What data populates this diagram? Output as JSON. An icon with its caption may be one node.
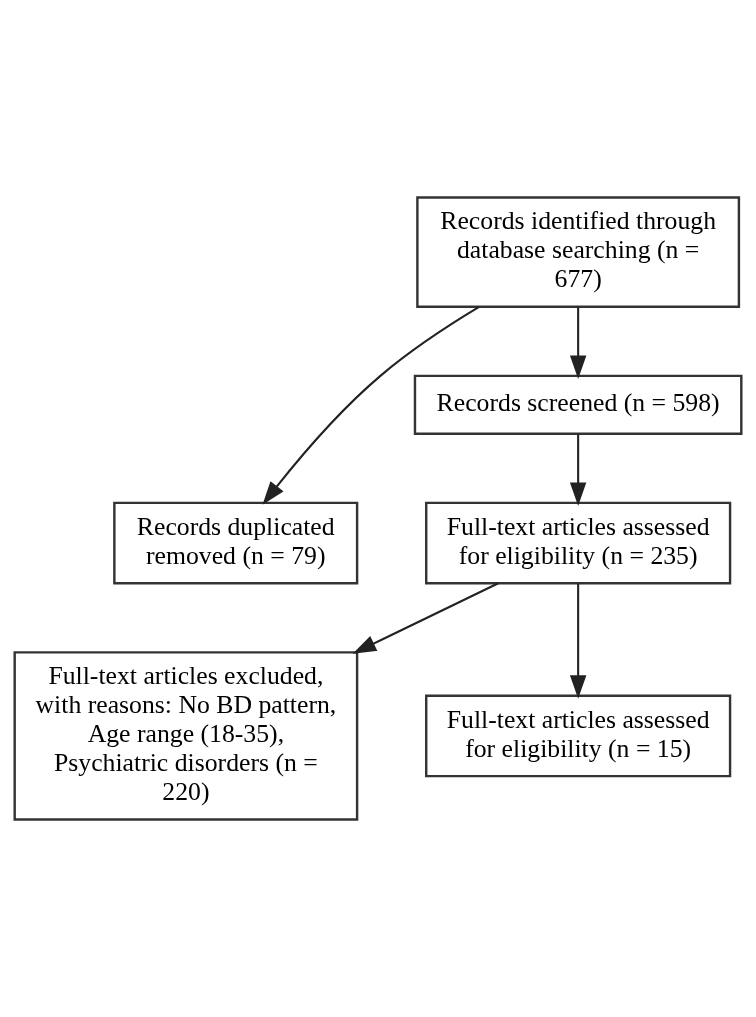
{
  "diagram": {
    "nodes": [
      {
        "text": [
          "Records identified through database searching (n = 677)"
        ]
      },
      {
        "text": [
          "Records duplicated removed (n = 79)"
        ]
      },
      {
        "text": [
          "Records screened (n = 598)"
        ]
      },
      {
        "text": [
          "Full-text articles assessed for eligibility (n = 235)"
        ]
      },
      {
        "text": [
          "Full-text articles excluded, with reasons: No BD pattern, Age range (18-35), Psychiatric disorders (n = 220)"
        ]
      },
      {
        "text": [
          "Full-text articles assessed for eligibility (n = 15)"
        ]
      }
    ],
    "edges": [
      {
        "from": 0,
        "to": 1,
        "arrow": "to"
      },
      {
        "from": 0,
        "to": 2,
        "arrow": "to"
      },
      {
        "from": 2,
        "to": 3,
        "arrow": "to"
      },
      {
        "from": 3,
        "to": 4,
        "arrow": "to"
      },
      {
        "from": 3,
        "to": 5,
        "arrow": "to"
      }
    ]
  }
}
